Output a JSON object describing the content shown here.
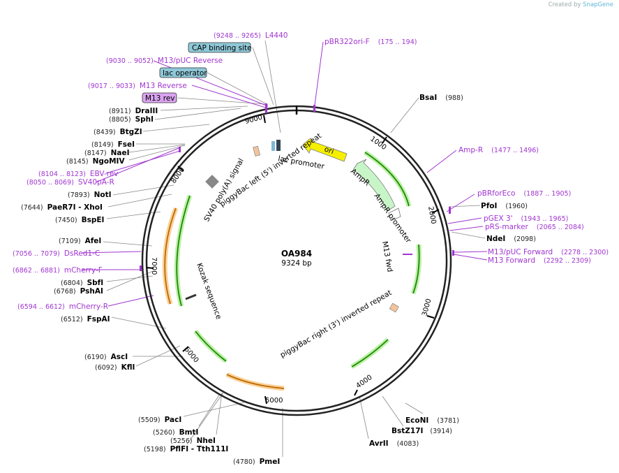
{
  "credit": {
    "prefix": "Created by",
    "brand": "SnapGene"
  },
  "plasmid": {
    "name": "OA984",
    "size": "9324 bp"
  },
  "ticks": [
    "1000",
    "2000",
    "3000",
    "4000",
    "5000",
    "6000",
    "7000",
    "8000",
    "9000"
  ],
  "features_inner": {
    "lac_promoter": "lac promoter",
    "pb_left": "piggyBac left (5') inverted repeat",
    "sv40": "SV40 poly(A) signal",
    "ori": "ori",
    "ampr": "AmpR",
    "ampr_promoter": "AmpR promoter",
    "m13fwd": "M13 fwd",
    "kozak": "Kozak sequence",
    "pb_right": "piggyBac right (3') inverted repeat"
  },
  "boxed": {
    "cap": "CAP binding site",
    "lacop": "lac operator",
    "m13rev": "M13 rev"
  },
  "primers": [
    {
      "name": "L4440",
      "coords": "(9248 .. 9265)"
    },
    {
      "name": "M13/pUC Reverse",
      "coords": "(9030 .. 9052)"
    },
    {
      "name": "M13 Reverse",
      "coords": "(9017 .. 9033)"
    },
    {
      "name": "pBR322ori-F",
      "coords": "(175 .. 194)"
    },
    {
      "name": "Amp-R",
      "coords": "(1477 .. 1496)"
    },
    {
      "name": "pBRforEco",
      "coords": "(1887 .. 1905)"
    },
    {
      "name": "pGEX 3'",
      "coords": "(1943 .. 1965)"
    },
    {
      "name": "pRS-marker",
      "coords": "(2065 .. 2084)"
    },
    {
      "name": "M13/pUC Forward",
      "coords": "(2278 .. 2300)"
    },
    {
      "name": "M13 Forward",
      "coords": "(2292 .. 2309)"
    },
    {
      "name": "EBV-rev",
      "coords": "(8104 .. 8123)"
    },
    {
      "name": "SV40pA-R",
      "coords": "(8050 .. 8069)"
    },
    {
      "name": "DsRed1-C",
      "coords": "(7056 .. 7079)"
    },
    {
      "name": "mCherry-F",
      "coords": "(6862 .. 6881)"
    },
    {
      "name": "mCherry-R",
      "coords": "(6594 .. 6612)"
    }
  ],
  "enzymes": [
    {
      "name": "BsaI",
      "pos": "(988)"
    },
    {
      "name": "PfoI",
      "pos": "(1960)"
    },
    {
      "name": "NdeI",
      "pos": "(2098)"
    },
    {
      "name": "EcoNI",
      "pos": "(3781)"
    },
    {
      "name": "BstZ17I",
      "pos": "(3914)"
    },
    {
      "name": "AvrII",
      "pos": "(4083)"
    },
    {
      "name": "PmeI",
      "pos": "(4780)"
    },
    {
      "name": "PacI",
      "pos": "(5509)"
    },
    {
      "name": "BmtI",
      "pos": "(5260)"
    },
    {
      "name": "NheI",
      "pos": "(5256)"
    },
    {
      "name": "PflFI - Tth111I",
      "pos": "(5198)"
    },
    {
      "name": "AscI",
      "pos": "(6190)"
    },
    {
      "name": "KflI",
      "pos": "(6092)"
    },
    {
      "name": "FspAI",
      "pos": "(6512)"
    },
    {
      "name": "SbfI",
      "pos": "(6804)"
    },
    {
      "name": "PshAI",
      "pos": "(6768)"
    },
    {
      "name": "AfeI",
      "pos": "(7109)"
    },
    {
      "name": "BspEI",
      "pos": "(7450)"
    },
    {
      "name": "PaeR7I - XhoI",
      "pos": "(7644)"
    },
    {
      "name": "NotI",
      "pos": "(7893)"
    },
    {
      "name": "NgoMIV",
      "pos": "(8145)"
    },
    {
      "name": "NaeI",
      "pos": "(8147)"
    },
    {
      "name": "FseI",
      "pos": "(8149)"
    },
    {
      "name": "BtgZI",
      "pos": "(8439)"
    },
    {
      "name": "SphI",
      "pos": "(8805)"
    },
    {
      "name": "DraIII",
      "pos": "(8911)"
    }
  ]
}
